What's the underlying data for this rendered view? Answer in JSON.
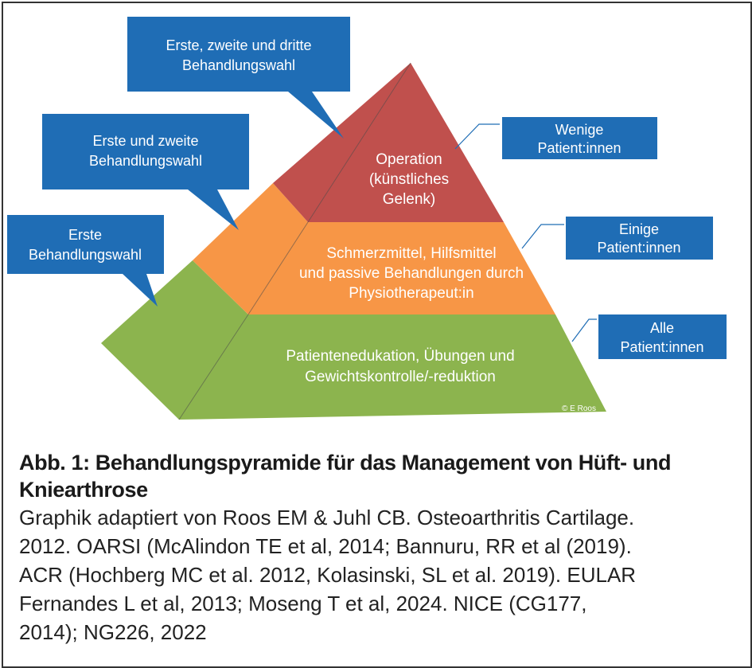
{
  "diagram": {
    "layers": [
      {
        "lines": [
          "Operation",
          "(künstliches",
          "Gelenk)"
        ],
        "color": "#c0504d"
      },
      {
        "lines": [
          "Schmerzmittel, Hilfsmittel",
          "und passive Behandlungen durch",
          "Physiotherapeut:in"
        ],
        "color": "#f79646"
      },
      {
        "lines": [
          "Patientenedukation, Übungen und",
          "Gewichtskontrolle/-reduktion"
        ],
        "color": "#8cb44e"
      }
    ],
    "left_callouts": [
      {
        "lines": [
          "Erste, zweite und dritte",
          "Behandlungswahl"
        ]
      },
      {
        "lines": [
          "Erste und zweite",
          "Behandlungswahl"
        ]
      },
      {
        "lines": [
          "Erste",
          "Behandlungswahl"
        ]
      }
    ],
    "right_labels": [
      {
        "lines": [
          "Wenige",
          "Patient:innen"
        ]
      },
      {
        "lines": [
          "Einige",
          "Patient:innen"
        ]
      },
      {
        "lines": [
          "Alle",
          "Patient:innen"
        ]
      }
    ],
    "callout_color": "#1f6db5",
    "copyright": "© E Roos"
  },
  "caption": {
    "title_lines": [
      "Abb. 1: Behandlungspyramide für das Management von Hüft- und",
      "Kniearthrose"
    ],
    "body_lines": [
      "Graphik adaptiert von Roos EM & Juhl CB. Osteoarthritis Cartilage.",
      "2012. OARSI (McAlindon TE et al, 2014; Bannuru, RR et al (2019).",
      "ACR (Hochberg MC et al. 2012, Kolasinski, SL et al. 2019). EULAR",
      "Fernandes L et al, 2013; Moseng T et al, 2024. NICE (CG177,",
      "2014); NG226, 2022"
    ]
  }
}
